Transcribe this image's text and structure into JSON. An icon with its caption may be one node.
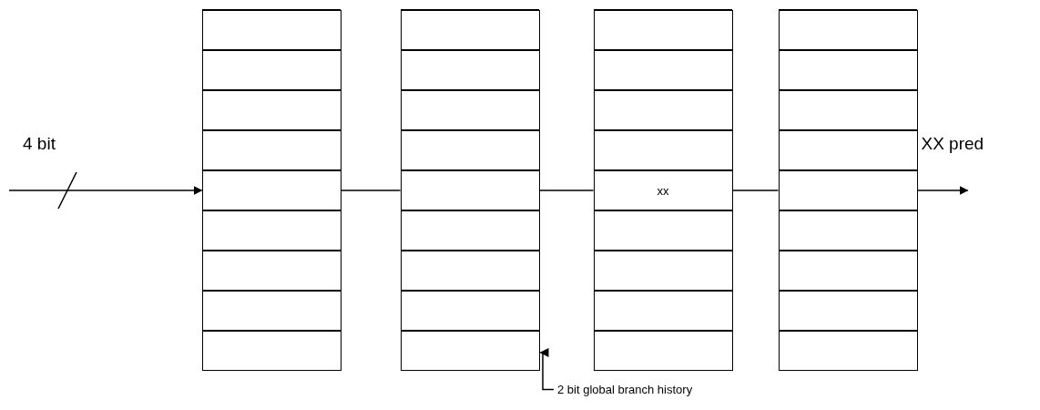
{
  "diagram": {
    "nodes": [
      {
        "text": [],
        "shape": "box"
      },
      {
        "text": [],
        "shape": "box",
        "in": 0
      },
      {
        "text": [],
        "shape": "box",
        "in": 0
      },
      {
        "text": [],
        "shape": "box",
        "in": 0
      },
      {
        "text": [],
        "shape": "box",
        "in": 0
      },
      {
        "text": [],
        "shape": "box",
        "in": 0
      },
      {
        "text": [],
        "shape": "box",
        "in": 0
      },
      {
        "text": [],
        "shape": "box",
        "in": 0
      },
      {
        "text": [],
        "shape": "box",
        "in": 0
      },
      {
        "text": [],
        "shape": "box",
        "in": 0
      },
      {
        "text": [],
        "shape": "box"
      },
      {
        "text": [],
        "shape": "box",
        "in": 10
      },
      {
        "text": [],
        "shape": "box",
        "in": 10
      },
      {
        "text": [],
        "shape": "box",
        "in": 10
      },
      {
        "text": [],
        "shape": "box",
        "in": 10
      },
      {
        "text": [],
        "shape": "box",
        "in": 10
      },
      {
        "text": [],
        "shape": "box",
        "in": 10
      },
      {
        "text": [],
        "shape": "box",
        "in": 10
      },
      {
        "text": [],
        "shape": "box",
        "in": 10
      },
      {
        "text": [],
        "shape": "box",
        "in": 10
      },
      {
        "text": [],
        "shape": "box"
      },
      {
        "text": [],
        "shape": "box",
        "in": 20
      },
      {
        "text": [],
        "shape": "box",
        "in": 20
      },
      {
        "text": [],
        "shape": "box",
        "in": 20
      },
      {
        "text": [],
        "shape": "box",
        "in": 20
      },
      {
        "text": [
          "xx"
        ],
        "in": 20
      },
      {
        "text": [],
        "shape": "box",
        "in": 20
      },
      {
        "text": [],
        "shape": "box",
        "in": 20
      },
      {
        "text": [],
        "shape": "box",
        "in": 20
      },
      {
        "text": [],
        "shape": "box",
        "in": 20
      },
      {
        "text": [],
        "shape": "box"
      },
      {
        "text": [],
        "shape": "box",
        "in": 30
      },
      {
        "text": [],
        "shape": "box",
        "in": 30
      },
      {
        "text": [],
        "shape": "box",
        "in": 30
      },
      {
        "text": [],
        "shape": "box",
        "in": 30
      },
      {
        "text": [],
        "shape": "box",
        "in": 30
      },
      {
        "text": [],
        "shape": "box",
        "in": 30
      },
      {
        "text": [],
        "shape": "box",
        "in": 30
      },
      {
        "text": [],
        "shape": "box",
        "in": 30
      },
      {
        "text": [],
        "shape": "box",
        "in": 30
      },
      {
        "text": [
          "2 bit global branch history"
        ]
      }
    ],
    "edges": [
      {
        "from": null,
        "to": 5,
        "arrow": "to"
      },
      {
        "from": 5,
        "to": 15,
        "arrow": "none"
      },
      {
        "from": 15,
        "to": 25,
        "arrow": "none"
      },
      {
        "from": 25,
        "to": 35,
        "arrow": "none"
      },
      {
        "from": 35,
        "to": null,
        "arrow": "to"
      },
      {
        "from": 40,
        "to": 19,
        "arrow": "to"
      }
    ],
    "labels": [
      "4 bit",
      "XX pred"
    ]
  }
}
